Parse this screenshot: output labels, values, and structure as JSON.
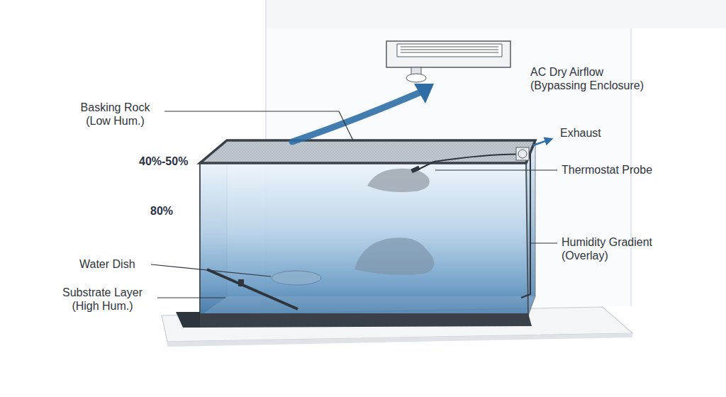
{
  "diagram": {
    "labels": [
      "AC Dry Airflow (Bypassing Enclosure)",
      "Basking Rock (Low Hum.)",
      "Exhaust",
      "40%-50%",
      "Thermostat Probe",
      "80%",
      "Humidity Gradient (Overlay)",
      "Water Dish",
      "Substrate Layer (High Hum.)"
    ]
  }
}
